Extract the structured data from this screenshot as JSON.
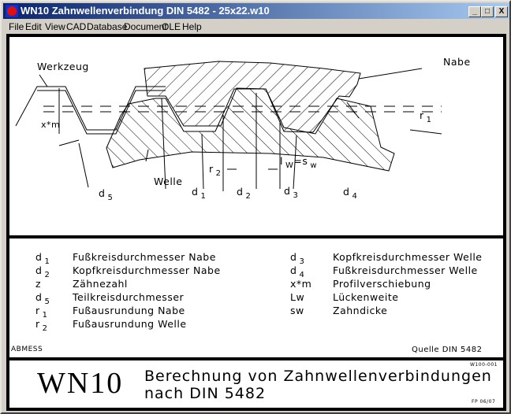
{
  "window": {
    "title": "WN10  Zahnwellenverbindung DIN 5482  -  25x22.w10",
    "minimize": "_",
    "maximize": "□",
    "close": "X"
  },
  "menu": [
    "File",
    "Edit",
    "View",
    "CAD",
    "Database",
    "Document",
    "OLE",
    "Help"
  ],
  "drawing": {
    "werkzeug": "Werkzeug",
    "nabe": "Nabe",
    "xm": "x*m",
    "r1": "r",
    "r1_sub": "1",
    "r2": "r",
    "r2_sub": "2",
    "welle": "Welle",
    "d5": "d",
    "d5_sub": "5",
    "d1": "d",
    "d1_sub": "1",
    "d2": "d",
    "d2_sub": "2",
    "d3": "d",
    "d3_sub": "3",
    "d4": "d",
    "d4_sub": "4",
    "lw_sw": "l",
    "lw_sub": "W",
    "eq": "=s",
    "sw_sub": "w"
  },
  "legend": {
    "left": [
      {
        "sym": "d",
        "sub": "1",
        "desc": "Fußkreisdurchmesser Nabe"
      },
      {
        "sym": "d",
        "sub": "2",
        "desc": "Kopfkreisdurchmesser Nabe"
      },
      {
        "sym": "z",
        "sub": "",
        "desc": "Zähnezahl"
      },
      {
        "sym": "d",
        "sub": "5",
        "desc": "Teilkreisdurchmesser"
      },
      {
        "sym": "r",
        "sub": "1",
        "desc": "Fußausrundung Nabe"
      },
      {
        "sym": "r",
        "sub": "2",
        "desc": "Fußausrundung Welle"
      }
    ],
    "right": [
      {
        "sym": "d",
        "sub": "3",
        "desc": "Kopfkreisdurchmesser Welle"
      },
      {
        "sym": "d",
        "sub": "4",
        "desc": "Fußkreisdurchmesser Welle"
      },
      {
        "sym": "x*m",
        "sub": "",
        "desc": "Profilverschiebung"
      },
      {
        "sym": "Lw",
        "sub": "",
        "desc": "Lückenweite"
      },
      {
        "sym": "sw",
        "sub": "",
        "desc": "Zahndicke"
      }
    ]
  },
  "footer": {
    "left": "ABMESS",
    "right": "Quelle  DIN  5482"
  },
  "titleblock": {
    "logo": "WN10",
    "line1": "Berechnung von Zahnwellenverbindungen",
    "line2": "nach DIN 5482",
    "code": "W100-001",
    "date": "FP 06/07"
  }
}
